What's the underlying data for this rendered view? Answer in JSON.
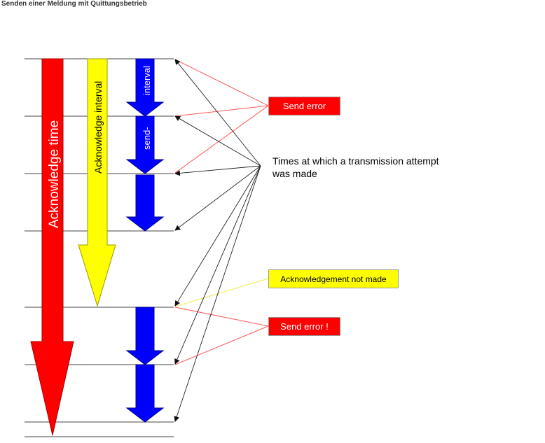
{
  "title": "Senden einer Meldung mit Quittungsbetrieb",
  "arrows": {
    "acknowledge_time": "Acknowledge time",
    "acknowledge_interval": "Acknowledge interval",
    "send_label": "send-",
    "interval_label": "interval"
  },
  "callouts": {
    "send_error_1": "Send error",
    "send_error_2": "Send error !",
    "ack_not_made": "Acknowledgement not made",
    "transmission_note": "Times at which a transmission attempt was made"
  },
  "colors": {
    "ack_time_arrow": "#ff0000",
    "ack_interval_arrow": "#ffff00",
    "send_interval_arrow": "#0000ff",
    "error_line": "#ff6666",
    "attempt_line": "#222222",
    "ack_line": "#ffff66"
  }
}
